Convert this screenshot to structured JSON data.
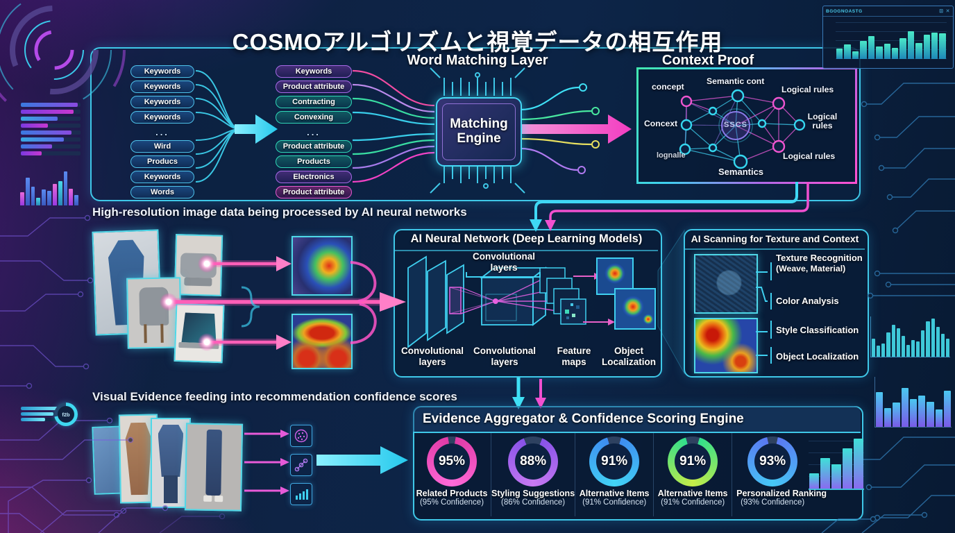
{
  "title": "COSMOアルゴリズムと視覚データの相互作用",
  "palette": {
    "cyan": "#3fd0f0",
    "magenta": "#ff4fb8",
    "purple": "#a66ae8",
    "green": "#3ce8a8",
    "panel_border": "#3fc8e8",
    "background": "#0c2244"
  },
  "word_matching": {
    "heading": "Word Matching Layer",
    "left_pills": [
      "Keywords",
      "Keywords",
      "Keywords",
      "Keywords",
      "...",
      "Wird",
      "Producs",
      "Keywords",
      "Words"
    ],
    "right_pills": [
      {
        "label": "Keywords",
        "color": "purple"
      },
      {
        "label": "Product attribute",
        "color": "purple"
      },
      {
        "label": "Contracting",
        "color": "teal"
      },
      {
        "label": "Convexing",
        "color": "teal"
      },
      {
        "label": "...",
        "color": "none"
      },
      {
        "label": "Product attribute",
        "color": "teal"
      },
      {
        "label": "Products",
        "color": "teal"
      },
      {
        "label": "Electronics",
        "color": "purple"
      },
      {
        "label": "Product attribute",
        "color": "pink"
      }
    ],
    "engine": {
      "line1": "Matching",
      "line2": "Engine"
    }
  },
  "context_proof": {
    "heading": "Context Proof",
    "center": "SSCS",
    "labels": {
      "top_left": "concept",
      "top_center": "Semantic cont",
      "top_right": "Logical rules",
      "left": "Concext",
      "right_line1": "Logical",
      "right_line2": "rules",
      "bottom_left": "lognalle",
      "bottom_center": "Semantics",
      "bottom_right": "Logical rules"
    }
  },
  "sections": {
    "images_heading": "High-resolution image data being processed by AI neural networks",
    "evidence_heading": "Visual Evidence feeding into recommendation confidence scores"
  },
  "cnn": {
    "heading": "AI Neural Network (Deep Learning Models)",
    "top_label": {
      "line1": "Convolutional",
      "line2": "layers"
    },
    "bottom_labels": [
      {
        "line1": "Convolutional",
        "line2": "layers"
      },
      {
        "line1": "Convolutional",
        "line2": "layers"
      },
      {
        "line1": "Feature",
        "line2": "maps"
      },
      {
        "line1": "Object",
        "line2": "Localization"
      }
    ]
  },
  "scan": {
    "heading": "AI Scanning for Texture and Context",
    "items": [
      {
        "line1": "Texture Recognition",
        "line2": "(Weave, Material)"
      },
      {
        "line1": "Color Analysis",
        "line2": ""
      },
      {
        "line1": "Style Classification",
        "line2": ""
      },
      {
        "line1": "Object Localization",
        "line2": ""
      }
    ]
  },
  "evidence": {
    "heading": "Evidence Aggregator & Confidence Scoring Engine",
    "donuts": [
      {
        "percent": "95%",
        "value": 95,
        "label": "Related Products",
        "sub": "(95% Confidence)",
        "color1": "#ff6ad8",
        "color2": "#e03aa6"
      },
      {
        "percent": "88%",
        "value": 88,
        "label": "Styling Suggestions",
        "sub": "(86% Confidence)",
        "color1": "#c87af2",
        "color2": "#8752e8"
      },
      {
        "percent": "91%",
        "value": 91,
        "label": "Alternative Items",
        "sub": "(91% Confidence)",
        "color1": "#42d4f6",
        "color2": "#3e8cf0"
      },
      {
        "percent": "91%",
        "value": 91,
        "label": "Alternative Items",
        "sub": "(91% Confidence)",
        "color1": "#c6ec48",
        "color2": "#30de8c"
      },
      {
        "percent": "93%",
        "value": 93,
        "label": "Personalized Ranking",
        "sub": "(93% Confidence)",
        "color1": "#46c8f6",
        "color2": "#5a78f2"
      }
    ],
    "ranking_bars": [
      30,
      61,
      49,
      80,
      100
    ]
  },
  "decor": {
    "window_title": "BGOGNOASTG",
    "window_controls": [
      "⊡",
      "✕"
    ],
    "gauge_label": "f2b",
    "left_hbars": [
      95,
      88,
      62,
      45,
      85,
      72,
      52,
      35
    ],
    "left_vbars": [
      35,
      75,
      50,
      20,
      42,
      38,
      58,
      65,
      90,
      45,
      28
    ],
    "window_bars": [
      28,
      38,
      20,
      48,
      62,
      33,
      40,
      30,
      55,
      75,
      42,
      65,
      70,
      68
    ],
    "right_bars_a": [
      45,
      28,
      33,
      60,
      80,
      70,
      52,
      30,
      42,
      38,
      65,
      88,
      95,
      75,
      57,
      45
    ],
    "right_bars_b": [
      70,
      38,
      48,
      78,
      56,
      62,
      50,
      35,
      72
    ],
    "bottom_left_bars": [
      95,
      78,
      58
    ]
  }
}
